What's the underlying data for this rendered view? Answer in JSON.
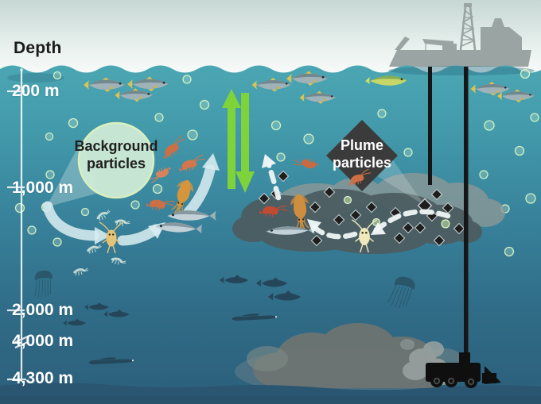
{
  "title": "Depth",
  "depth_scale": {
    "labels": [
      {
        "text": "200 m"
      },
      {
        "text": "1,000 m"
      },
      {
        "text": "2,000 m"
      },
      {
        "text": "4,000 m"
      },
      {
        "text": "4,300 m"
      }
    ],
    "has_axis_break_between": [
      "2,000 m",
      "4,000 m"
    ]
  },
  "annotations": {
    "background_particles": "Background particles",
    "plume_particles": "Plume particles"
  },
  "colors": {
    "sky_top": "#c6d7d4",
    "water_surface": "#4ba6b3",
    "water_deep": "#2c5f7b",
    "seafloor": "#2b5672",
    "ship_silhouette": "#99a4a3",
    "pipe_black": "#161616",
    "upwelling_arrow_green": "#7ed33b",
    "food_web_arrow_white": "#d7ecef",
    "plume_cloud_gray": "#4c5c60",
    "sediment_cloud_gray": "#6d7572",
    "background_particle_green": "#bfe8c9",
    "plume_particle_black": "#1e1e1e",
    "magnifier_circle_fill": "#cbe9d5",
    "magnifier_diamond_fill": "#3b3b3b"
  }
}
